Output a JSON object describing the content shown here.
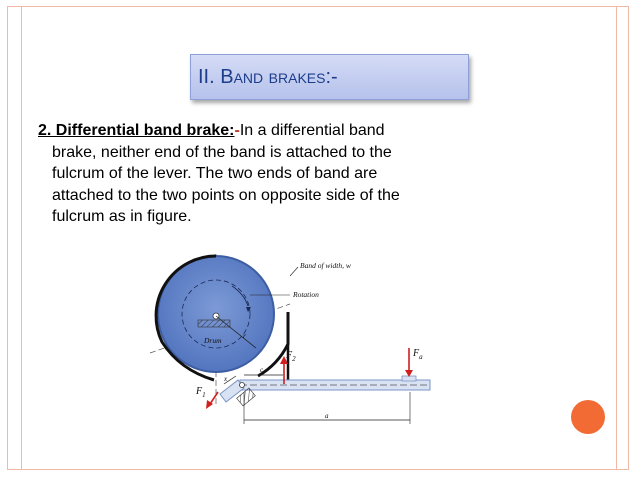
{
  "title": {
    "text": "II. Band brakes:-"
  },
  "body": {
    "heading": "2. Differential band brake:",
    "heading_dash": "-",
    "lines": [
      "In a differential band",
      "brake, neither end of the band is attached to the",
      "fulcrum of the lever. The two ends of band are",
      "attached to the two points on opposite side of the",
      "fulcrum as in figure."
    ]
  },
  "figure": {
    "labels": {
      "band_width": "Band of width, w",
      "rotation": "Rotation",
      "drum": "Drum",
      "radius": "r",
      "f1": "F",
      "f1_sub": "1",
      "f2": "F",
      "f2_sub": "2",
      "fa": "F",
      "fa_sub": "a",
      "dim_c": "c",
      "dim_a": "a",
      "dim_x": "x"
    },
    "colors": {
      "drum_fill": "#5b7fc7",
      "drum_edge": "#3d5ea3",
      "band": "#111111",
      "arrow_red": "#d11f1f",
      "lever_fill": "#d8e2f3",
      "lever_edge": "#7d95c6"
    }
  },
  "decor": {
    "frame_color": "#f1b9a6",
    "dot_color": "#f26a34"
  }
}
